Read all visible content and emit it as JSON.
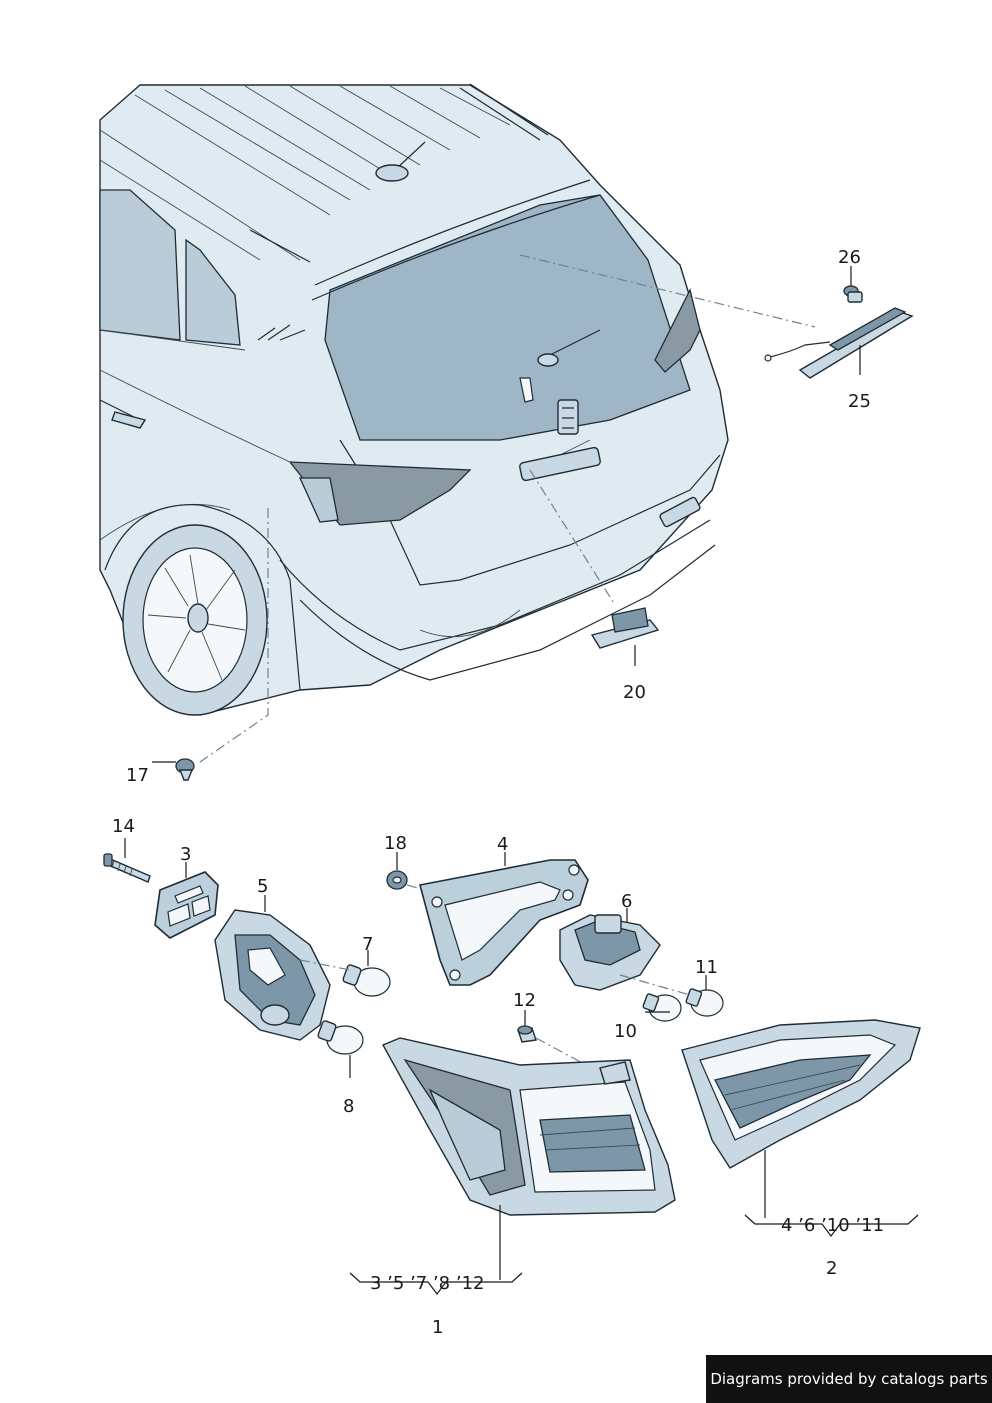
{
  "labels": {
    "p1": "1",
    "p2": "2",
    "p3": "3",
    "p4": "4",
    "p5": "5",
    "p6": "6",
    "p7": "7",
    "p8": "8",
    "p10": "10",
    "p11": "11",
    "p12": "12",
    "p14": "14",
    "p17": "17",
    "p18": "18",
    "p20": "20",
    "p25": "25",
    "p26": "26",
    "group1": "3 ’5 ’7 ’8 ’12",
    "group2": "4 ’6 ’10 ’11"
  },
  "footer": {
    "text": "Diagrams provided by catalogs parts"
  },
  "colors": {
    "body": "#dfeaf1",
    "glass": "#b9ccd8",
    "outline": "#1f2c36",
    "footer_bg": "#111111"
  }
}
